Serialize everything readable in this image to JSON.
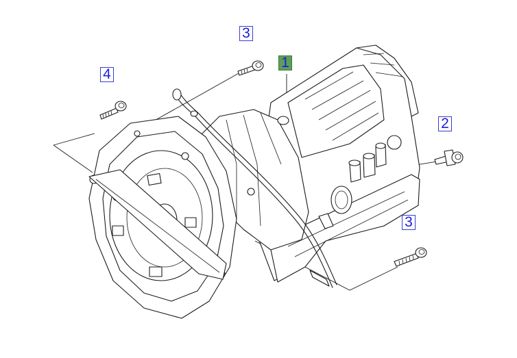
{
  "callouts": {
    "part1": "1",
    "part2": "2",
    "part3_upper": "3",
    "part3_lower": "3",
    "part4": "4"
  },
  "colors": {
    "callout_text": "#1d1ddc",
    "callout_border": "#3a3ad6",
    "main_part_fill": "#5d9e5a",
    "line": "#1a1a1a"
  },
  "icons": [
    "transmission-assembly-icon",
    "bolt-icon",
    "dipstick-tube-icon"
  ]
}
